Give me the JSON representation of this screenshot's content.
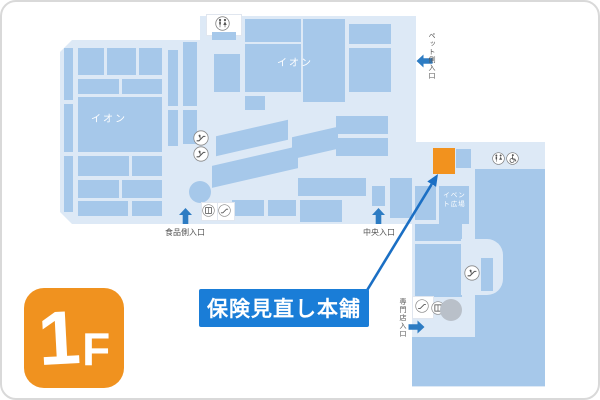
{
  "floor": {
    "number": "1",
    "suffix": "F"
  },
  "callout": {
    "label": "保険見直し本舗"
  },
  "labels": {
    "aeon_west": "イオン",
    "aeon_north": "イオン",
    "event_plaza": "イベント広場"
  },
  "entrances": {
    "food_side": "食品側入口",
    "central": "中央入口",
    "pet_side": "ペット側入口",
    "specialty": "専門店入口"
  },
  "icons": {
    "restroom": "restroom-icon",
    "wheelchair": "wheelchair-icon",
    "escalator": "escalator-icon",
    "elevator": "elevator-icon"
  },
  "colors": {
    "corridor": "#dde9f6",
    "store_block": "#a6c8ea",
    "highlight_orange": "#f2921e",
    "badge_orange": "#f0921f",
    "callout_blue": "#1a7dd7",
    "callout_arrow_blue": "#1b6fc4",
    "entrance_arrow_blue": "#2d7cc3",
    "gray_circle": "#b9c0c9"
  }
}
